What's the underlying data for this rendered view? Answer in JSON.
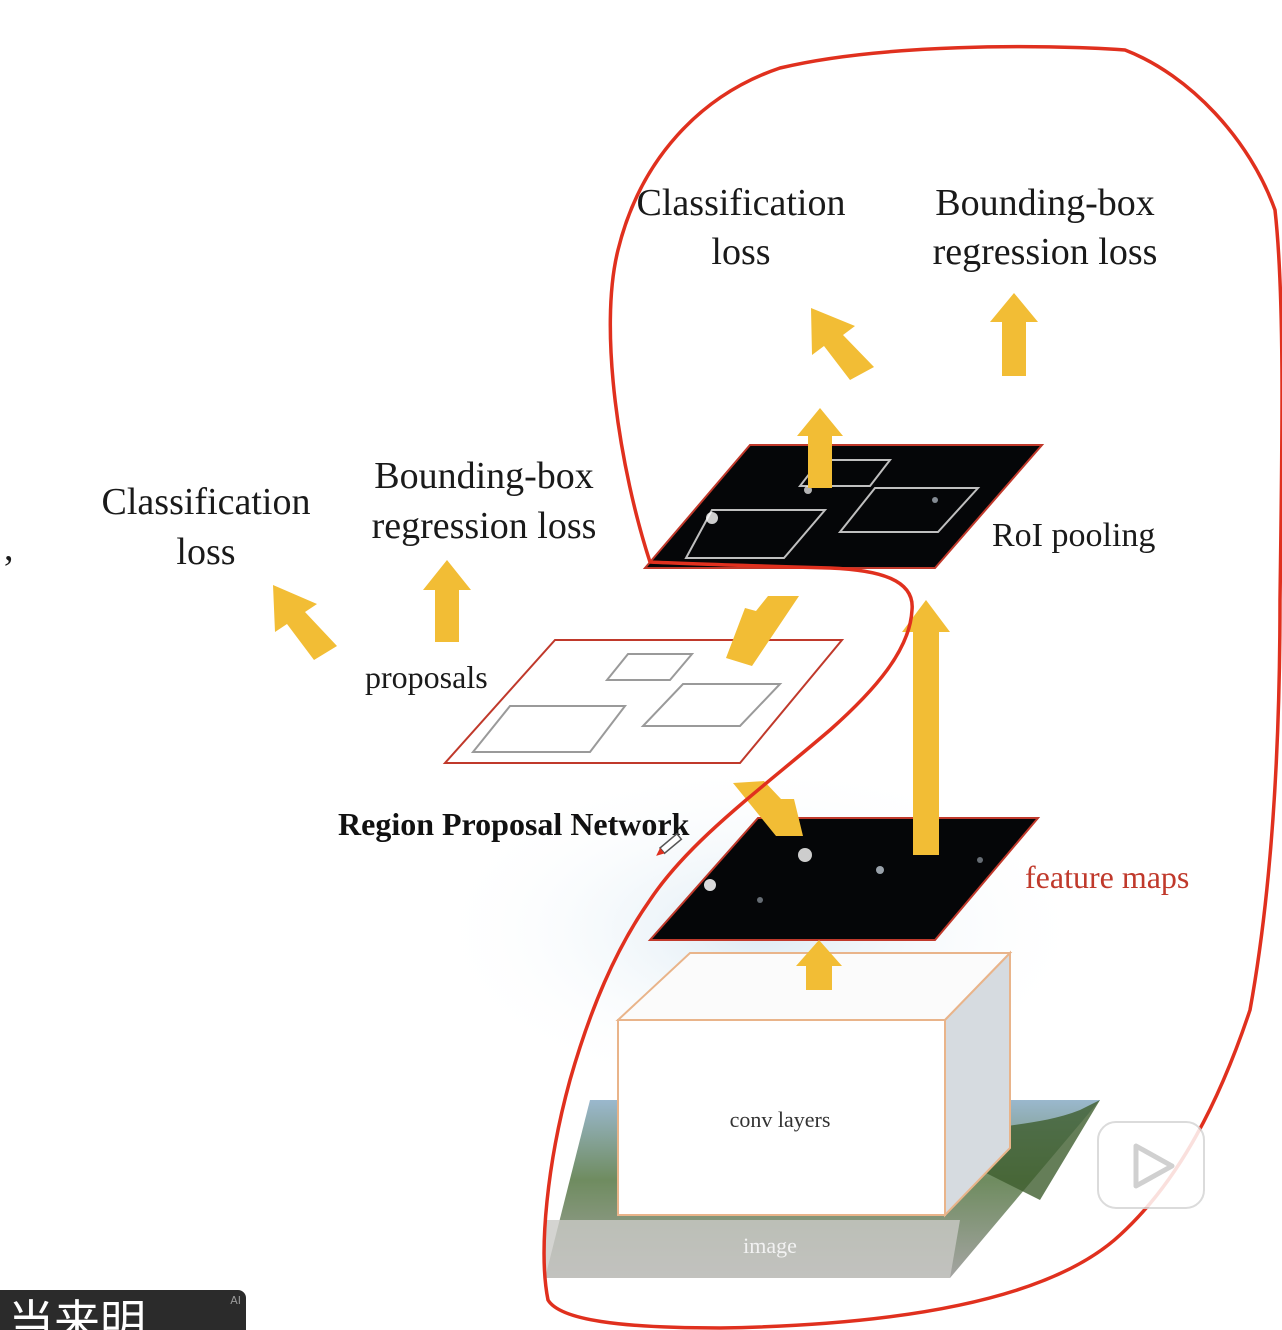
{
  "labels": {
    "top_classification_line1": "Classification",
    "top_classification_line2": "loss",
    "top_bbox_line1": "Bounding-box",
    "top_bbox_line2": "regression loss",
    "rpn_classification_line1": "Classification",
    "rpn_classification_line2": "loss",
    "rpn_bbox_line1": "Bounding-box",
    "rpn_bbox_line2": "regression loss",
    "roi_pooling": "RoI pooling",
    "proposals": "proposals",
    "region_proposal_network": "Region Proposal Network",
    "feature_maps": "feature maps",
    "conv_layers": "conv layers",
    "image": "image",
    "stray_comma": ","
  },
  "colors": {
    "arrow": "#f2bd35",
    "annotation": "#e0301e",
    "feature_maps_text": "#c0392b",
    "map_fill": "#050608",
    "plane_border": "#c0392b",
    "box_border": "#e9b48a"
  },
  "overlay": {
    "caption_text": "当来明",
    "caption_badge": "AI",
    "player_icon": "bilibili-tv-icon"
  }
}
